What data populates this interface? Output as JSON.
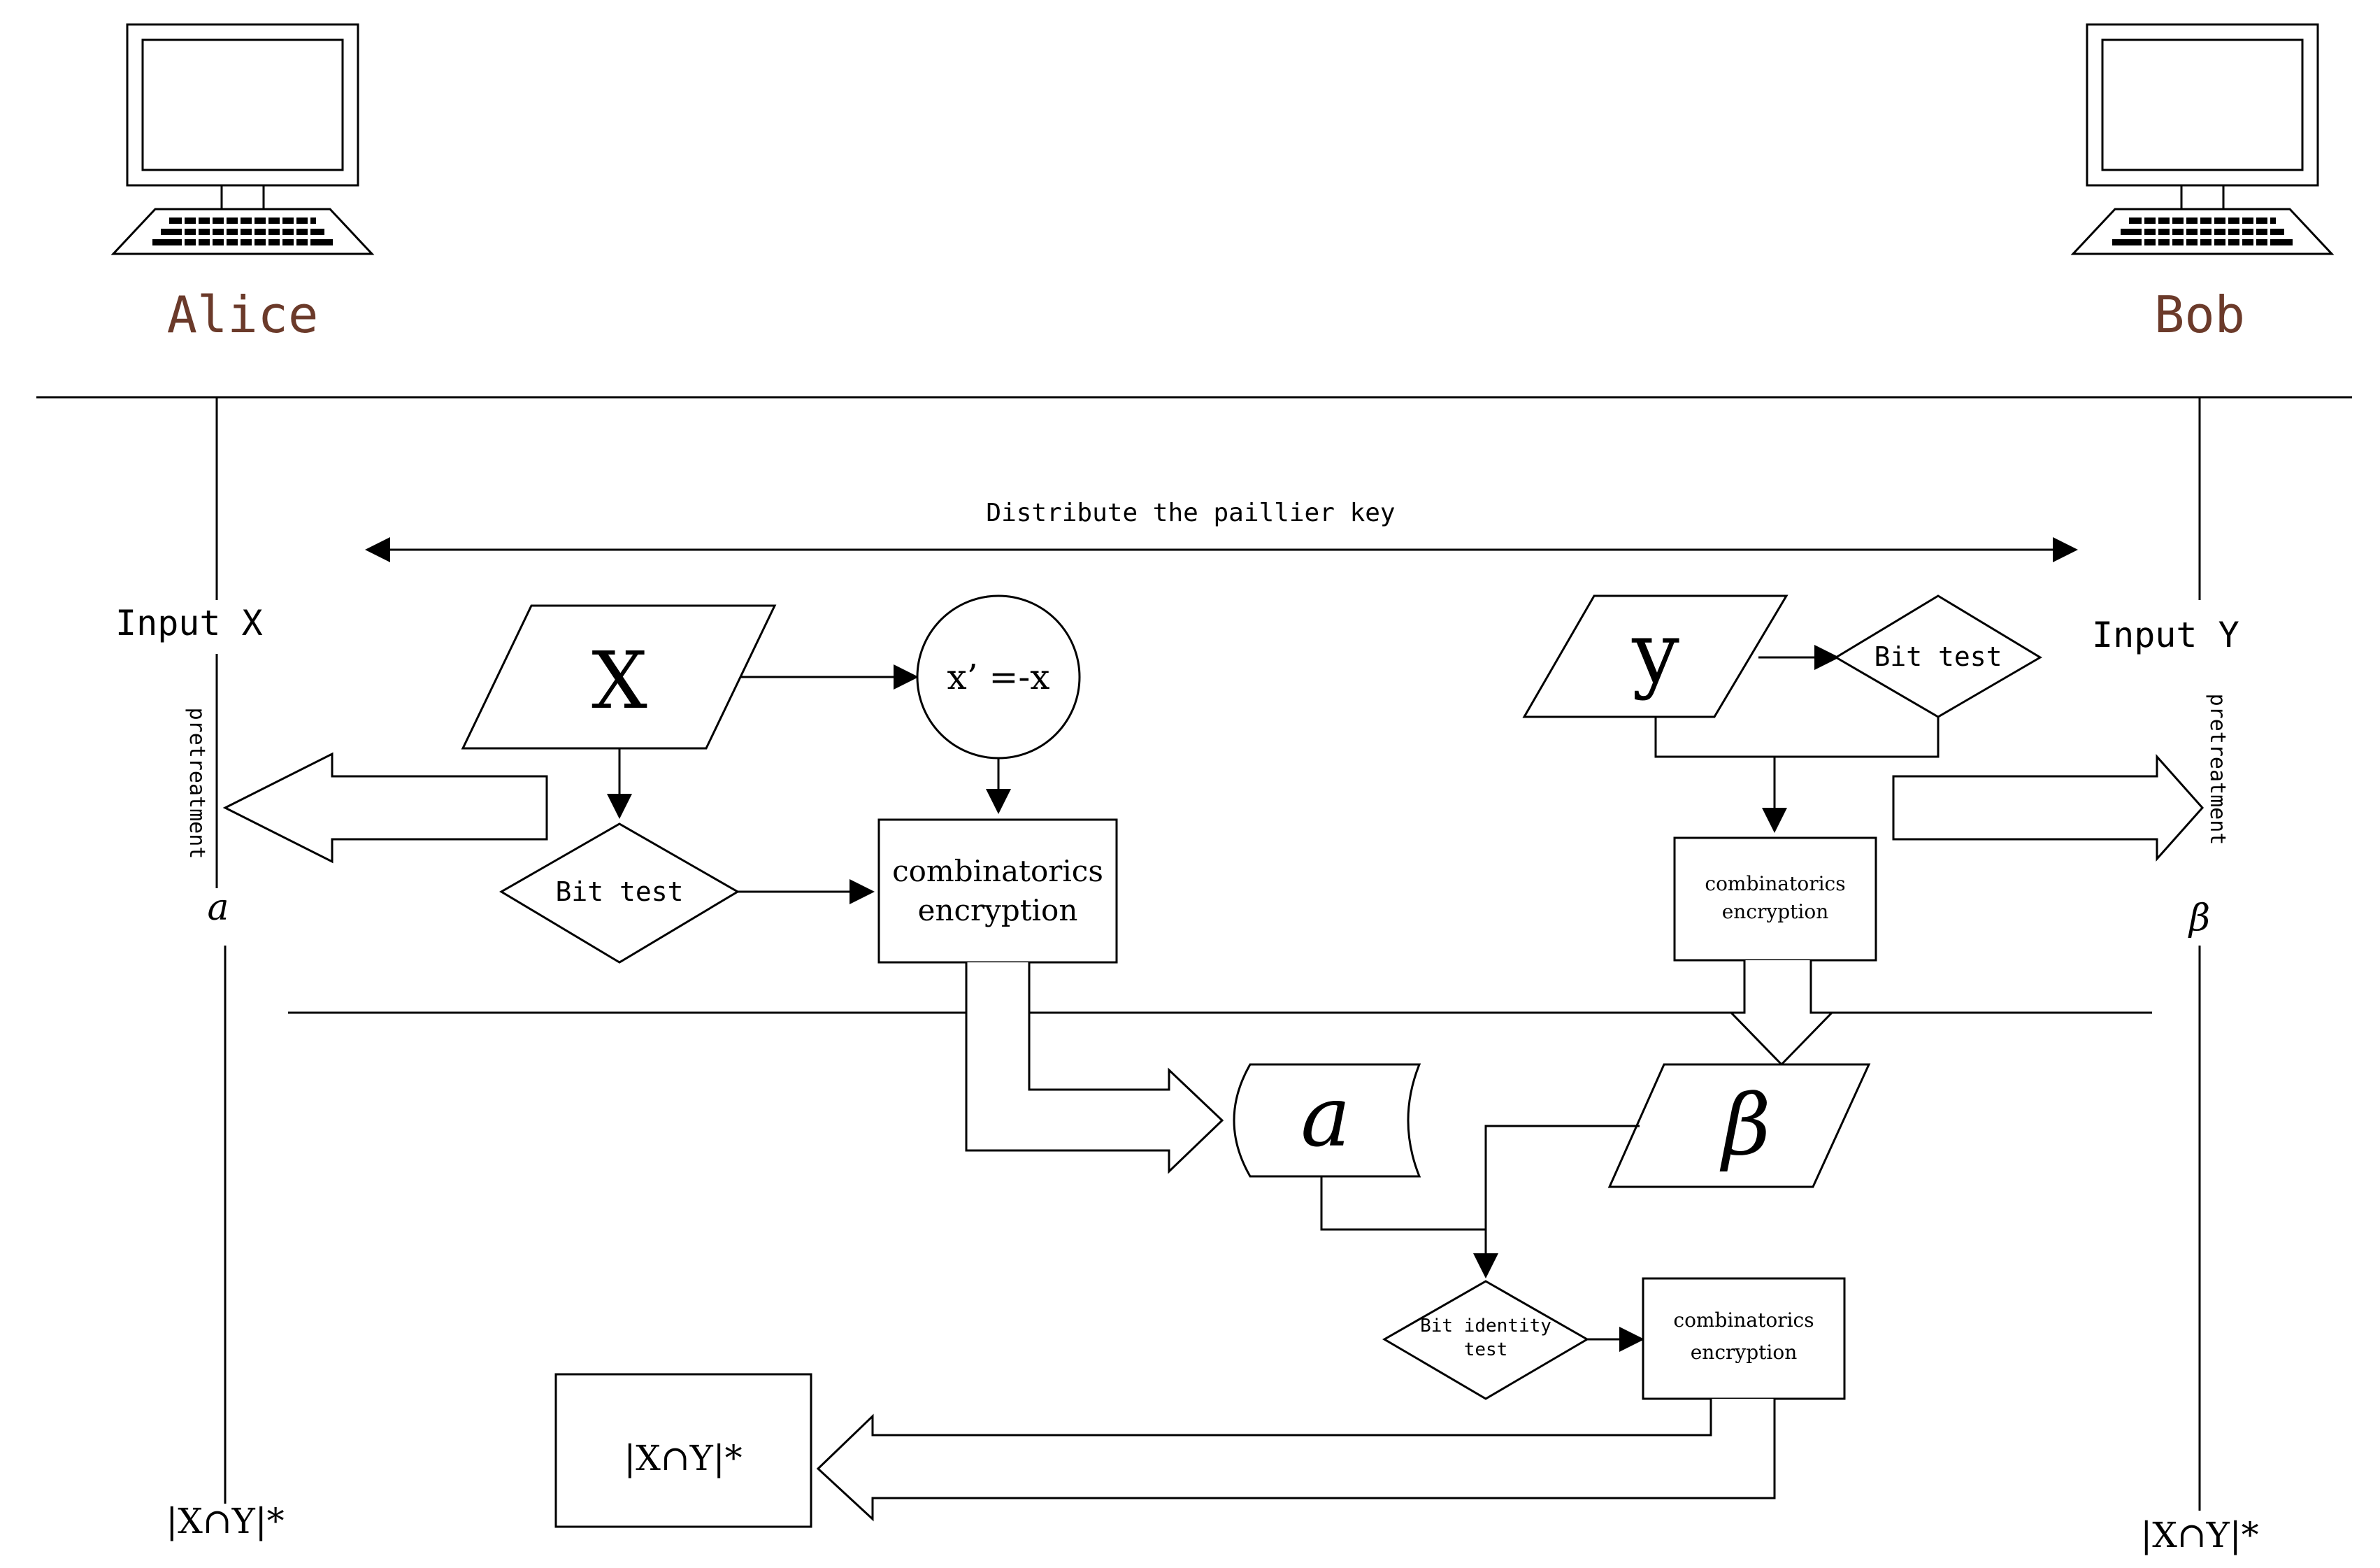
{
  "colors": {
    "line": "#000000",
    "party_name": "#6b3a2a",
    "background": "#ffffff"
  },
  "parties": {
    "alice": {
      "name": "Alice",
      "icon": "computer-icon",
      "input": "Input X",
      "pretreatment": "pretreatment",
      "symbol": "a",
      "result": "|X∩Y|*"
    },
    "bob": {
      "name": "Bob",
      "icon": "computer-icon",
      "input": "Input Y",
      "pretreatment": "pretreatment",
      "symbol": "β",
      "result": "|X∩Y|*"
    }
  },
  "key_distribution": {
    "label": "Distribute the paillier key"
  },
  "alice_flow": {
    "input_set": "X",
    "negation": "x’ =-x",
    "bit_test": "Bit test",
    "encryption_line1": "combinatorics",
    "encryption_line2": "encryption"
  },
  "bob_flow": {
    "input_set": "y",
    "bit_test": "Bit test",
    "encryption_line1": "combinatorics",
    "encryption_line2": "encryption"
  },
  "shared": {
    "alpha": "a",
    "beta": "β",
    "identity_test_line1": "Bit identity",
    "identity_test_line2": "test",
    "encryption_line1": "combinatorics",
    "encryption_line2": "encryption",
    "output": "|X∩Y|*"
  }
}
